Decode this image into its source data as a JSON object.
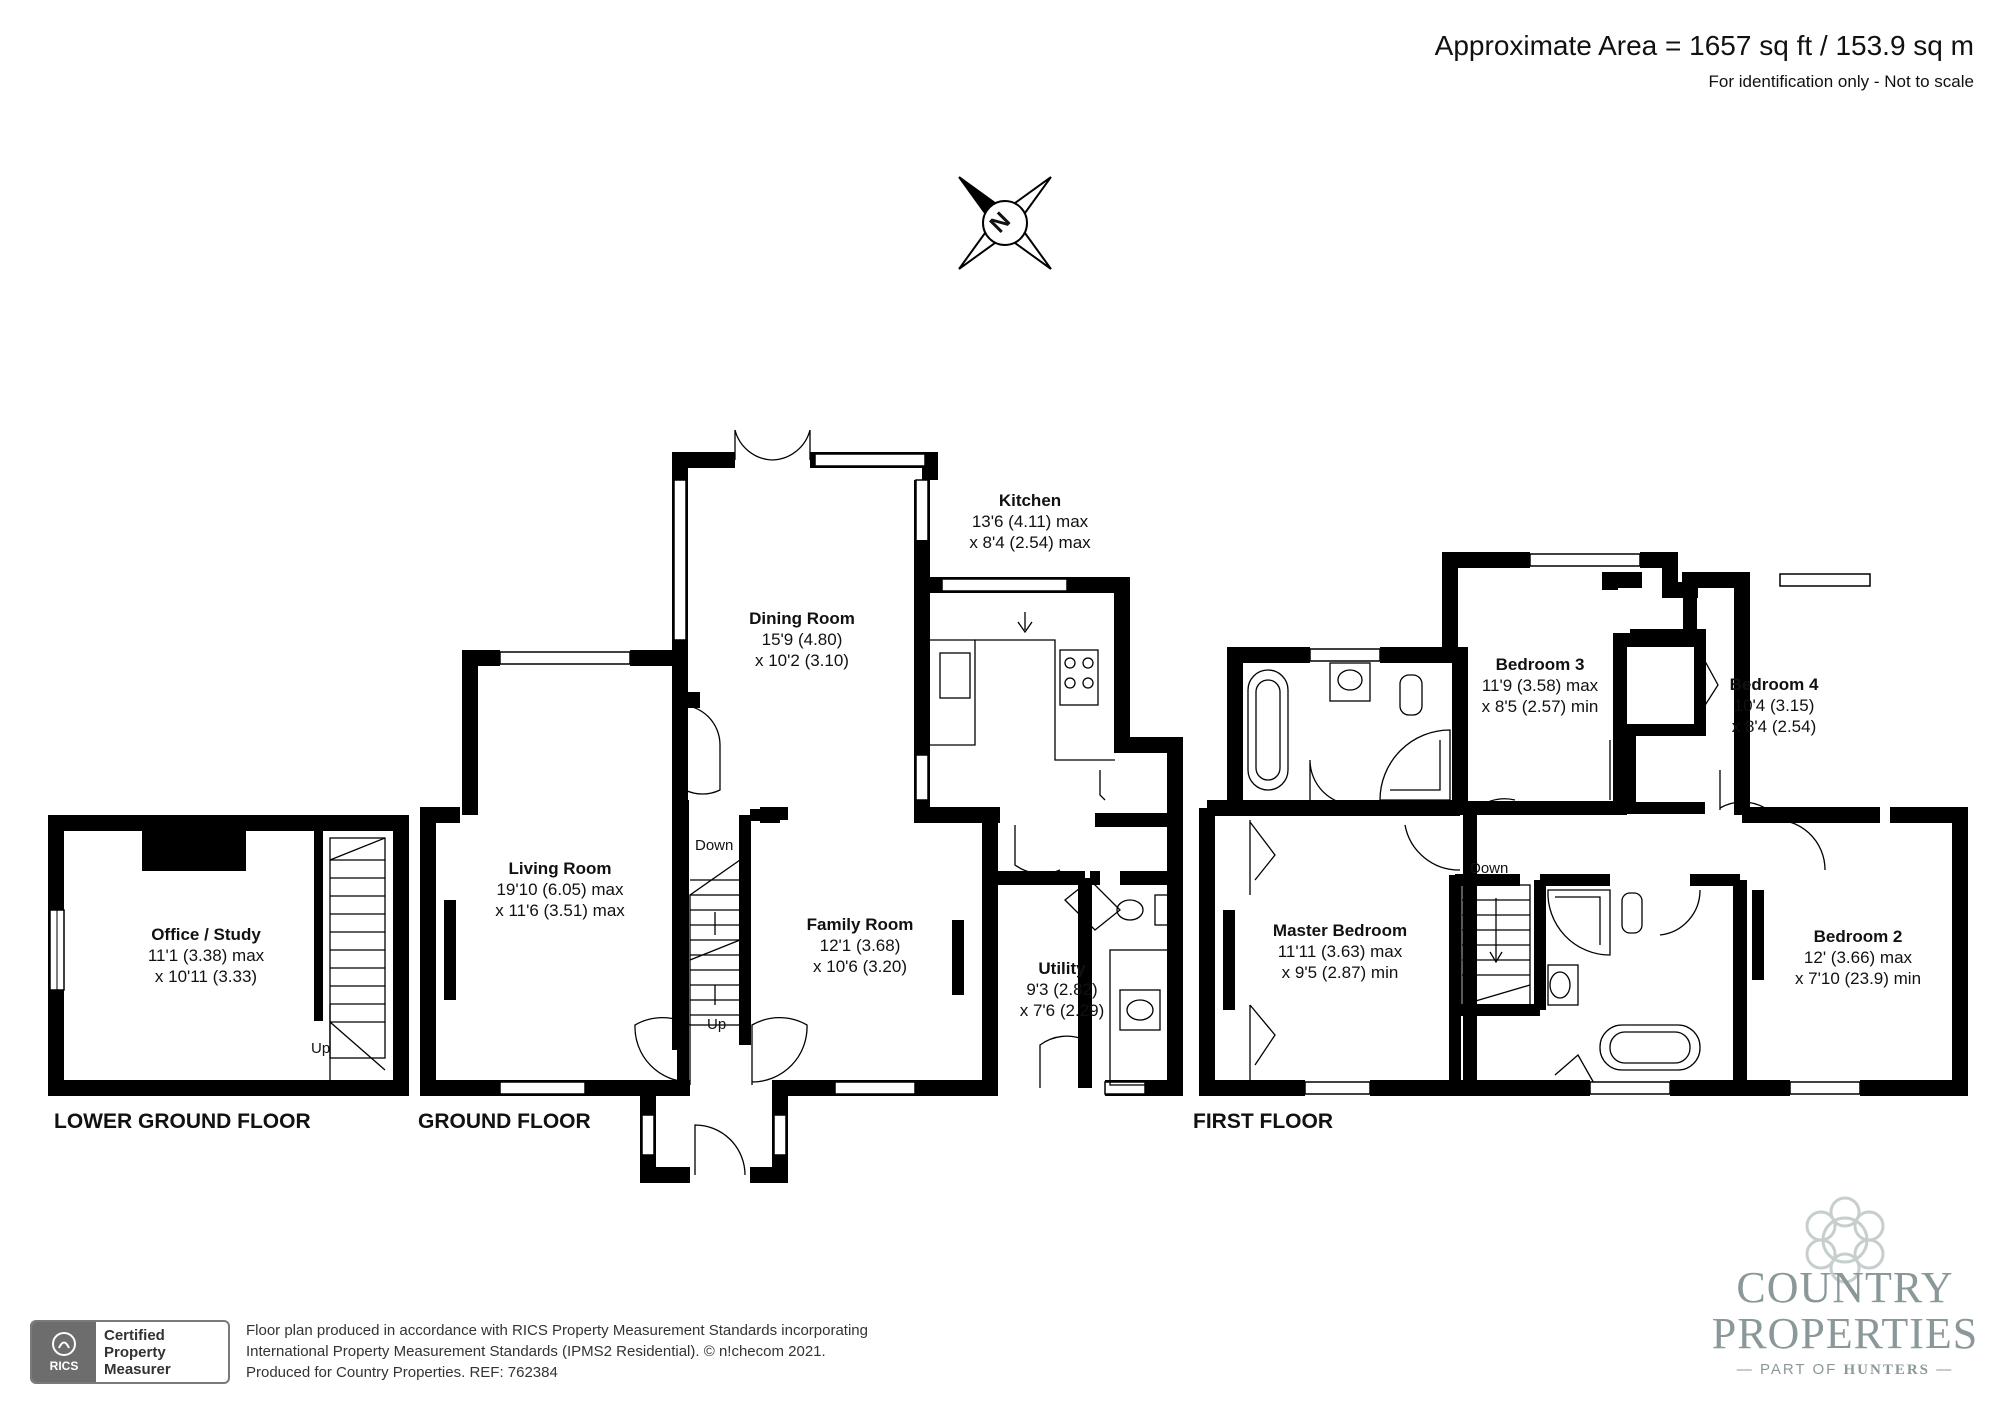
{
  "header": {
    "area": "Approximate Area = 1657 sq ft / 153.9 sq m",
    "note": "For identification only - Not to scale"
  },
  "compass": {
    "letter": "N"
  },
  "floors": {
    "lower_ground": "LOWER GROUND FLOOR",
    "ground": "GROUND FLOOR",
    "first": "FIRST FLOOR"
  },
  "rooms": {
    "office": {
      "name": "Office / Study",
      "line1": "11'1 (3.38) max",
      "line2": "x 10'11 (3.33)"
    },
    "living": {
      "name": "Living Room",
      "line1": "19'10 (6.05) max",
      "line2": "x 11'6 (3.51) max"
    },
    "dining": {
      "name": "Dining Room",
      "line1": "15'9 (4.80)",
      "line2": "x 10'2 (3.10)"
    },
    "kitchen": {
      "name": "Kitchen",
      "line1": "13'6 (4.11) max",
      "line2": "x 8'4 (2.54) max"
    },
    "family": {
      "name": "Family Room",
      "line1": "12'1 (3.68)",
      "line2": "x 10'6 (3.20)"
    },
    "utility": {
      "name": "Utility",
      "line1": "9'3 (2.82)",
      "line2": "x 7'6 (2.29)"
    },
    "master": {
      "name": "Master Bedroom",
      "line1": "11'11 (3.63) max",
      "line2": "x 9'5 (2.87) min"
    },
    "bedroom3": {
      "name": "Bedroom 3",
      "line1": "11'9 (3.58) max",
      "line2": "x 8'5 (2.57) min"
    },
    "bedroom4": {
      "name": "Bedroom 4",
      "line1": "10'4 (3.15)",
      "line2": "x 8'4 (2.54)"
    },
    "bedroom2": {
      "name": "Bedroom 2",
      "line1": "12' (3.66) max",
      "line2": "x 7'10 (23.9) min"
    }
  },
  "stairs": {
    "office_up": "Up",
    "ground_down": "Down",
    "ground_up": "Up",
    "first_down": "Down"
  },
  "footer": {
    "badge_line1": "Certified",
    "badge_line2": "Property",
    "badge_line3": "Measurer",
    "badge_org": "RICS",
    "line1": "Floor plan produced in accordance with RICS Property Measurement Standards incorporating",
    "line2": "International Property Measurement Standards (IPMS2 Residential).   © n!checom 2021.",
    "line3": "Produced for Country Properties.   REF: 762384"
  },
  "brand": {
    "line1": "COUNTRY",
    "line2": "PROPERTIES",
    "line3_prefix": "PART OF",
    "line3_name": "HUNTERS"
  },
  "colors": {
    "wall": "#000000",
    "fixture": "#444444",
    "brand": "#8a9899"
  }
}
